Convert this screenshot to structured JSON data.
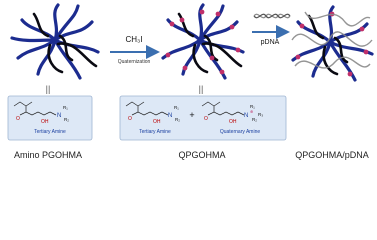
{
  "step1": {
    "reagent": "CH₃I",
    "process": "Quaternization"
  },
  "step2": {
    "reagent": "pDNA"
  },
  "equivalence_mark": "||",
  "labels": {
    "left": "Amino PGOHMA",
    "middle": "QPGOHMA",
    "right": "QPGOHMA/pDNA"
  },
  "structures": {
    "tertiary_caption": "Tertiary Amine",
    "quaternary_caption": "Quaternary Amine",
    "plus": "+",
    "oh": "OH",
    "n": "N",
    "r1": "R₁",
    "r2": "R₂",
    "r3": "R₃",
    "o": "O",
    "charge": "⊕"
  },
  "colors": {
    "arm_blue": "#1c2c8f",
    "arm_dark": "#0a0a12",
    "quaternized_segment": "#c0306a",
    "arrow": "#3b6fb0",
    "box_fill": "#dde8f6",
    "dna": "#8a8a8a"
  }
}
